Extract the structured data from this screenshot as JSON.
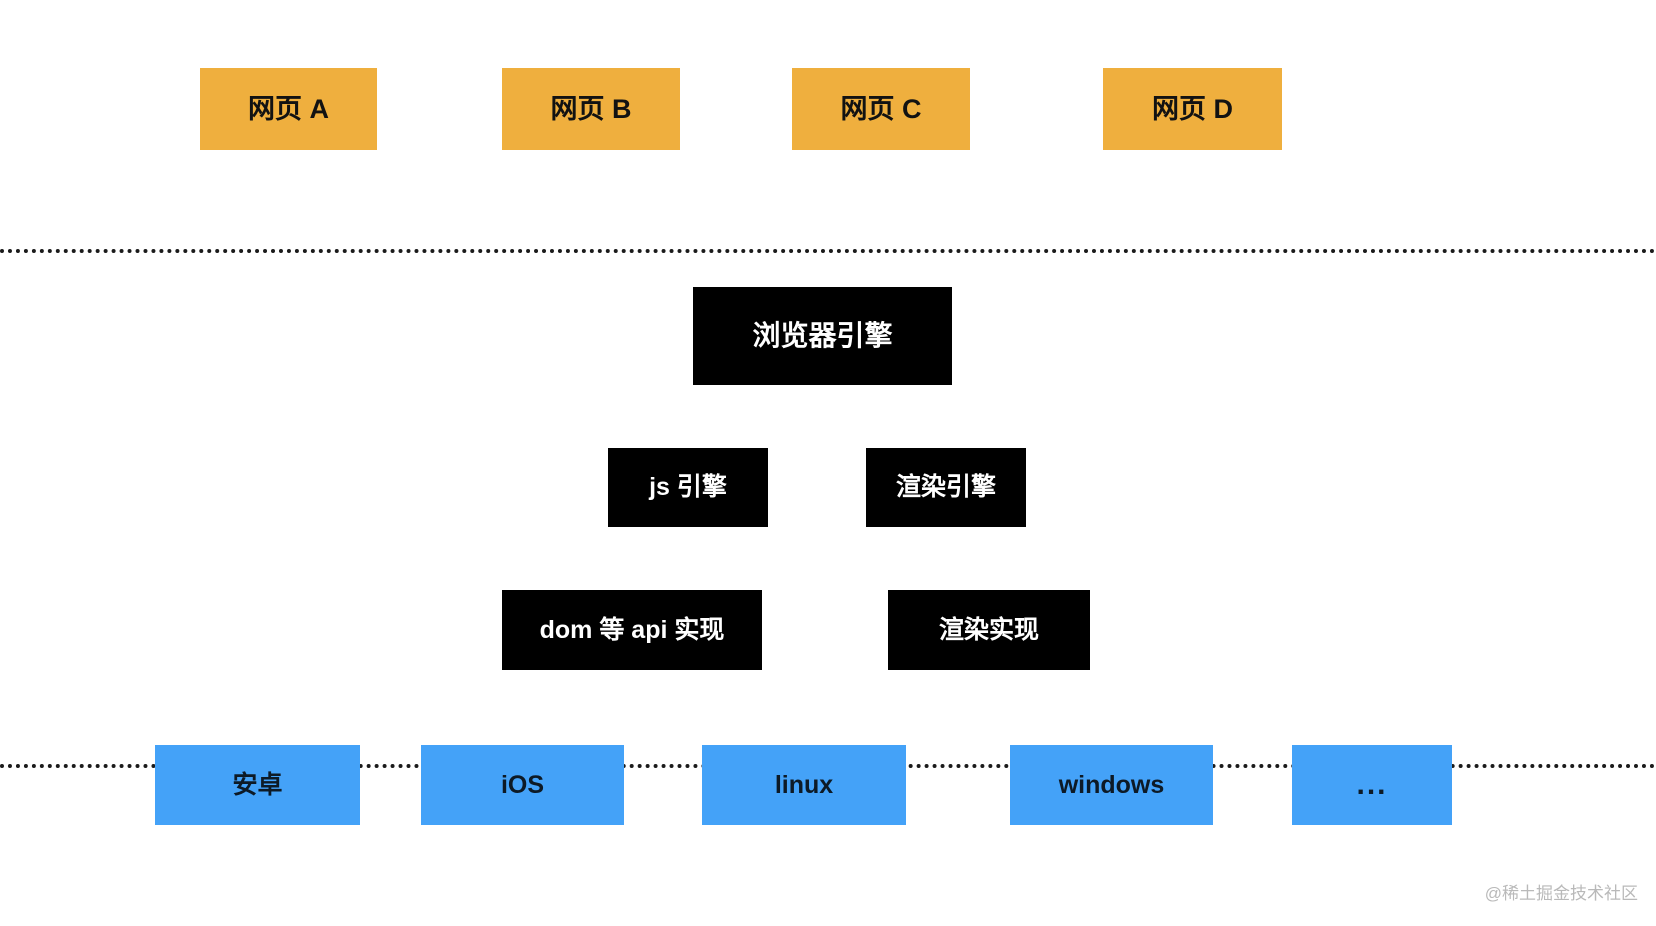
{
  "diagram": {
    "title": "browser-architecture-layers",
    "colors": {
      "page_layer": "#efaf3e",
      "engine_layer": "#000000",
      "engine_text": "#ffffff",
      "os_layer": "#44a2f8",
      "divider": "#1b1b1b",
      "background": "#ffffff",
      "watermark": "#b9b9b9"
    },
    "layers": {
      "pages": {
        "boxes": [
          {
            "label": "网页 A"
          },
          {
            "label": "网页 B"
          },
          {
            "label": "网页 C"
          },
          {
            "label": "网页 D"
          }
        ]
      },
      "engine": {
        "top": {
          "label": "浏览器引擎"
        },
        "middle": [
          {
            "label": "js 引擎"
          },
          {
            "label": "渲染引擎"
          }
        ],
        "bottom": [
          {
            "label": "dom 等 api 实现"
          },
          {
            "label": "渲染实现"
          }
        ]
      },
      "os": {
        "boxes": [
          {
            "label": "安卓"
          },
          {
            "label": "iOS"
          },
          {
            "label": "linux"
          },
          {
            "label": "windows"
          },
          {
            "label": "..."
          }
        ]
      }
    },
    "watermark": "@稀土掘金技术社区"
  }
}
